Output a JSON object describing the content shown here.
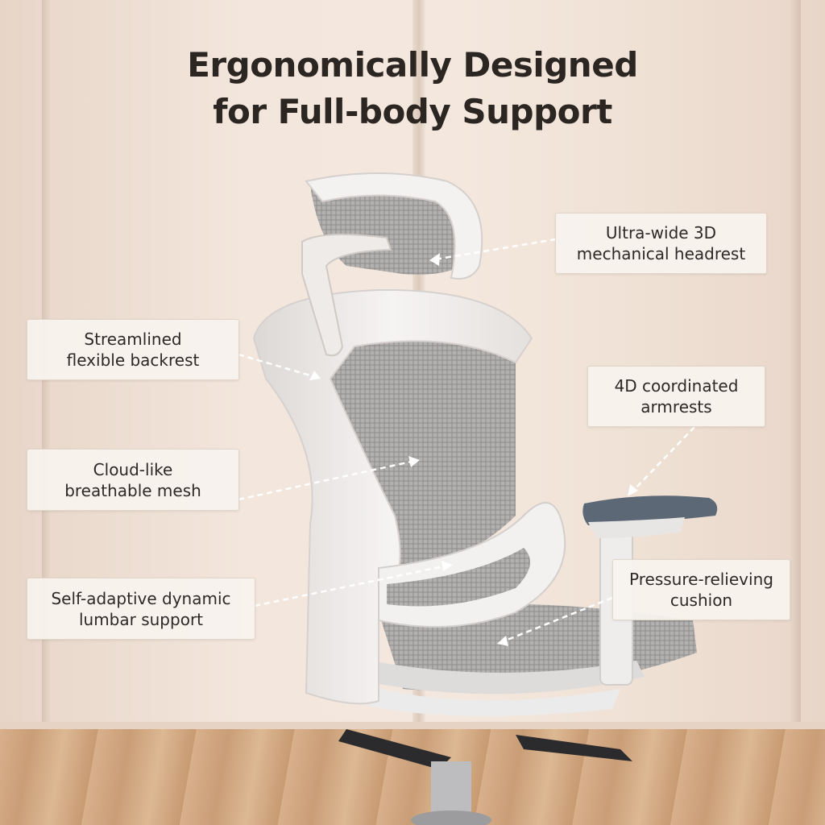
{
  "headline": {
    "line1": "Ergonomically Designed",
    "line2": "for Full-body Support"
  },
  "callouts": {
    "headrest": {
      "line1": "Ultra-wide 3D",
      "line2": "mechanical headrest"
    },
    "backrest": {
      "line1": "Streamlined",
      "line2": "flexible backrest"
    },
    "armrests": {
      "line1": "4D coordinated",
      "line2": "armrests"
    },
    "mesh": {
      "line1": "Cloud-like",
      "line2": "breathable mesh"
    },
    "cushion": {
      "line1": "Pressure-relieving",
      "line2": "cushion"
    },
    "lumbar": {
      "line1": "Self-adaptive dynamic",
      "line2": "lumbar support"
    }
  },
  "colors": {
    "wall": "#f2e5db",
    "floor": "#d2a67f",
    "chair_frame": "#f1efee",
    "mesh": "#a3a3a3",
    "armrest_pad": "#5d6877",
    "text": "#2c2623"
  }
}
